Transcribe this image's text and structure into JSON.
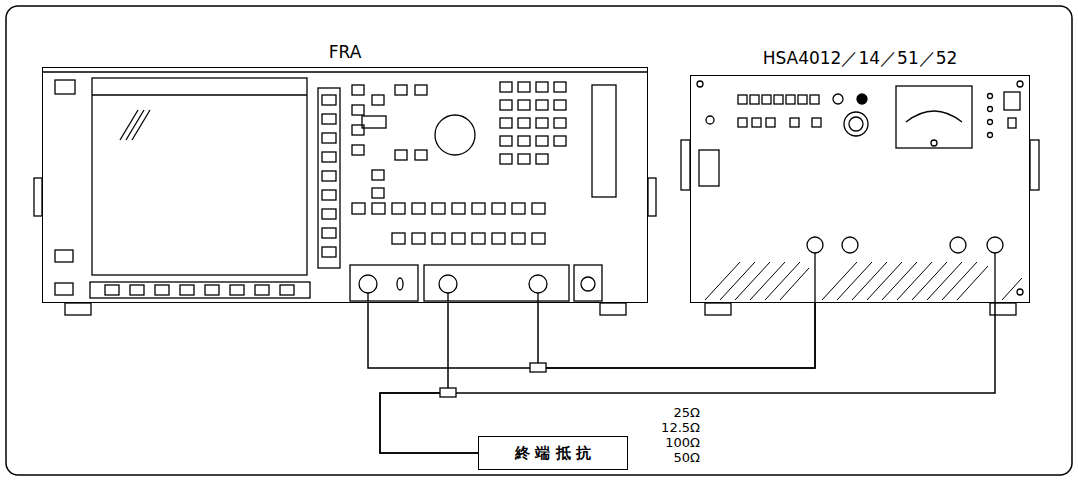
{
  "diagram": {
    "nodes": [
      {
        "text": [
          "FRA"
        ]
      },
      {
        "text": [
          "HSA4012／14／51／52"
        ]
      },
      {
        "text": [
          "終 端 抵 抗"
        ]
      }
    ],
    "edges": [
      {
        "from": 0,
        "to": 1,
        "arrow": "none"
      },
      {
        "from": 0,
        "to": 1,
        "arrow": "none"
      },
      {
        "from": 1,
        "to": 2,
        "arrow": "none"
      },
      {
        "from": 0,
        "to": 2,
        "arrow": "none"
      }
    ],
    "labels": [
      "25Ω",
      "12.5Ω",
      "100Ω",
      "50Ω"
    ]
  }
}
